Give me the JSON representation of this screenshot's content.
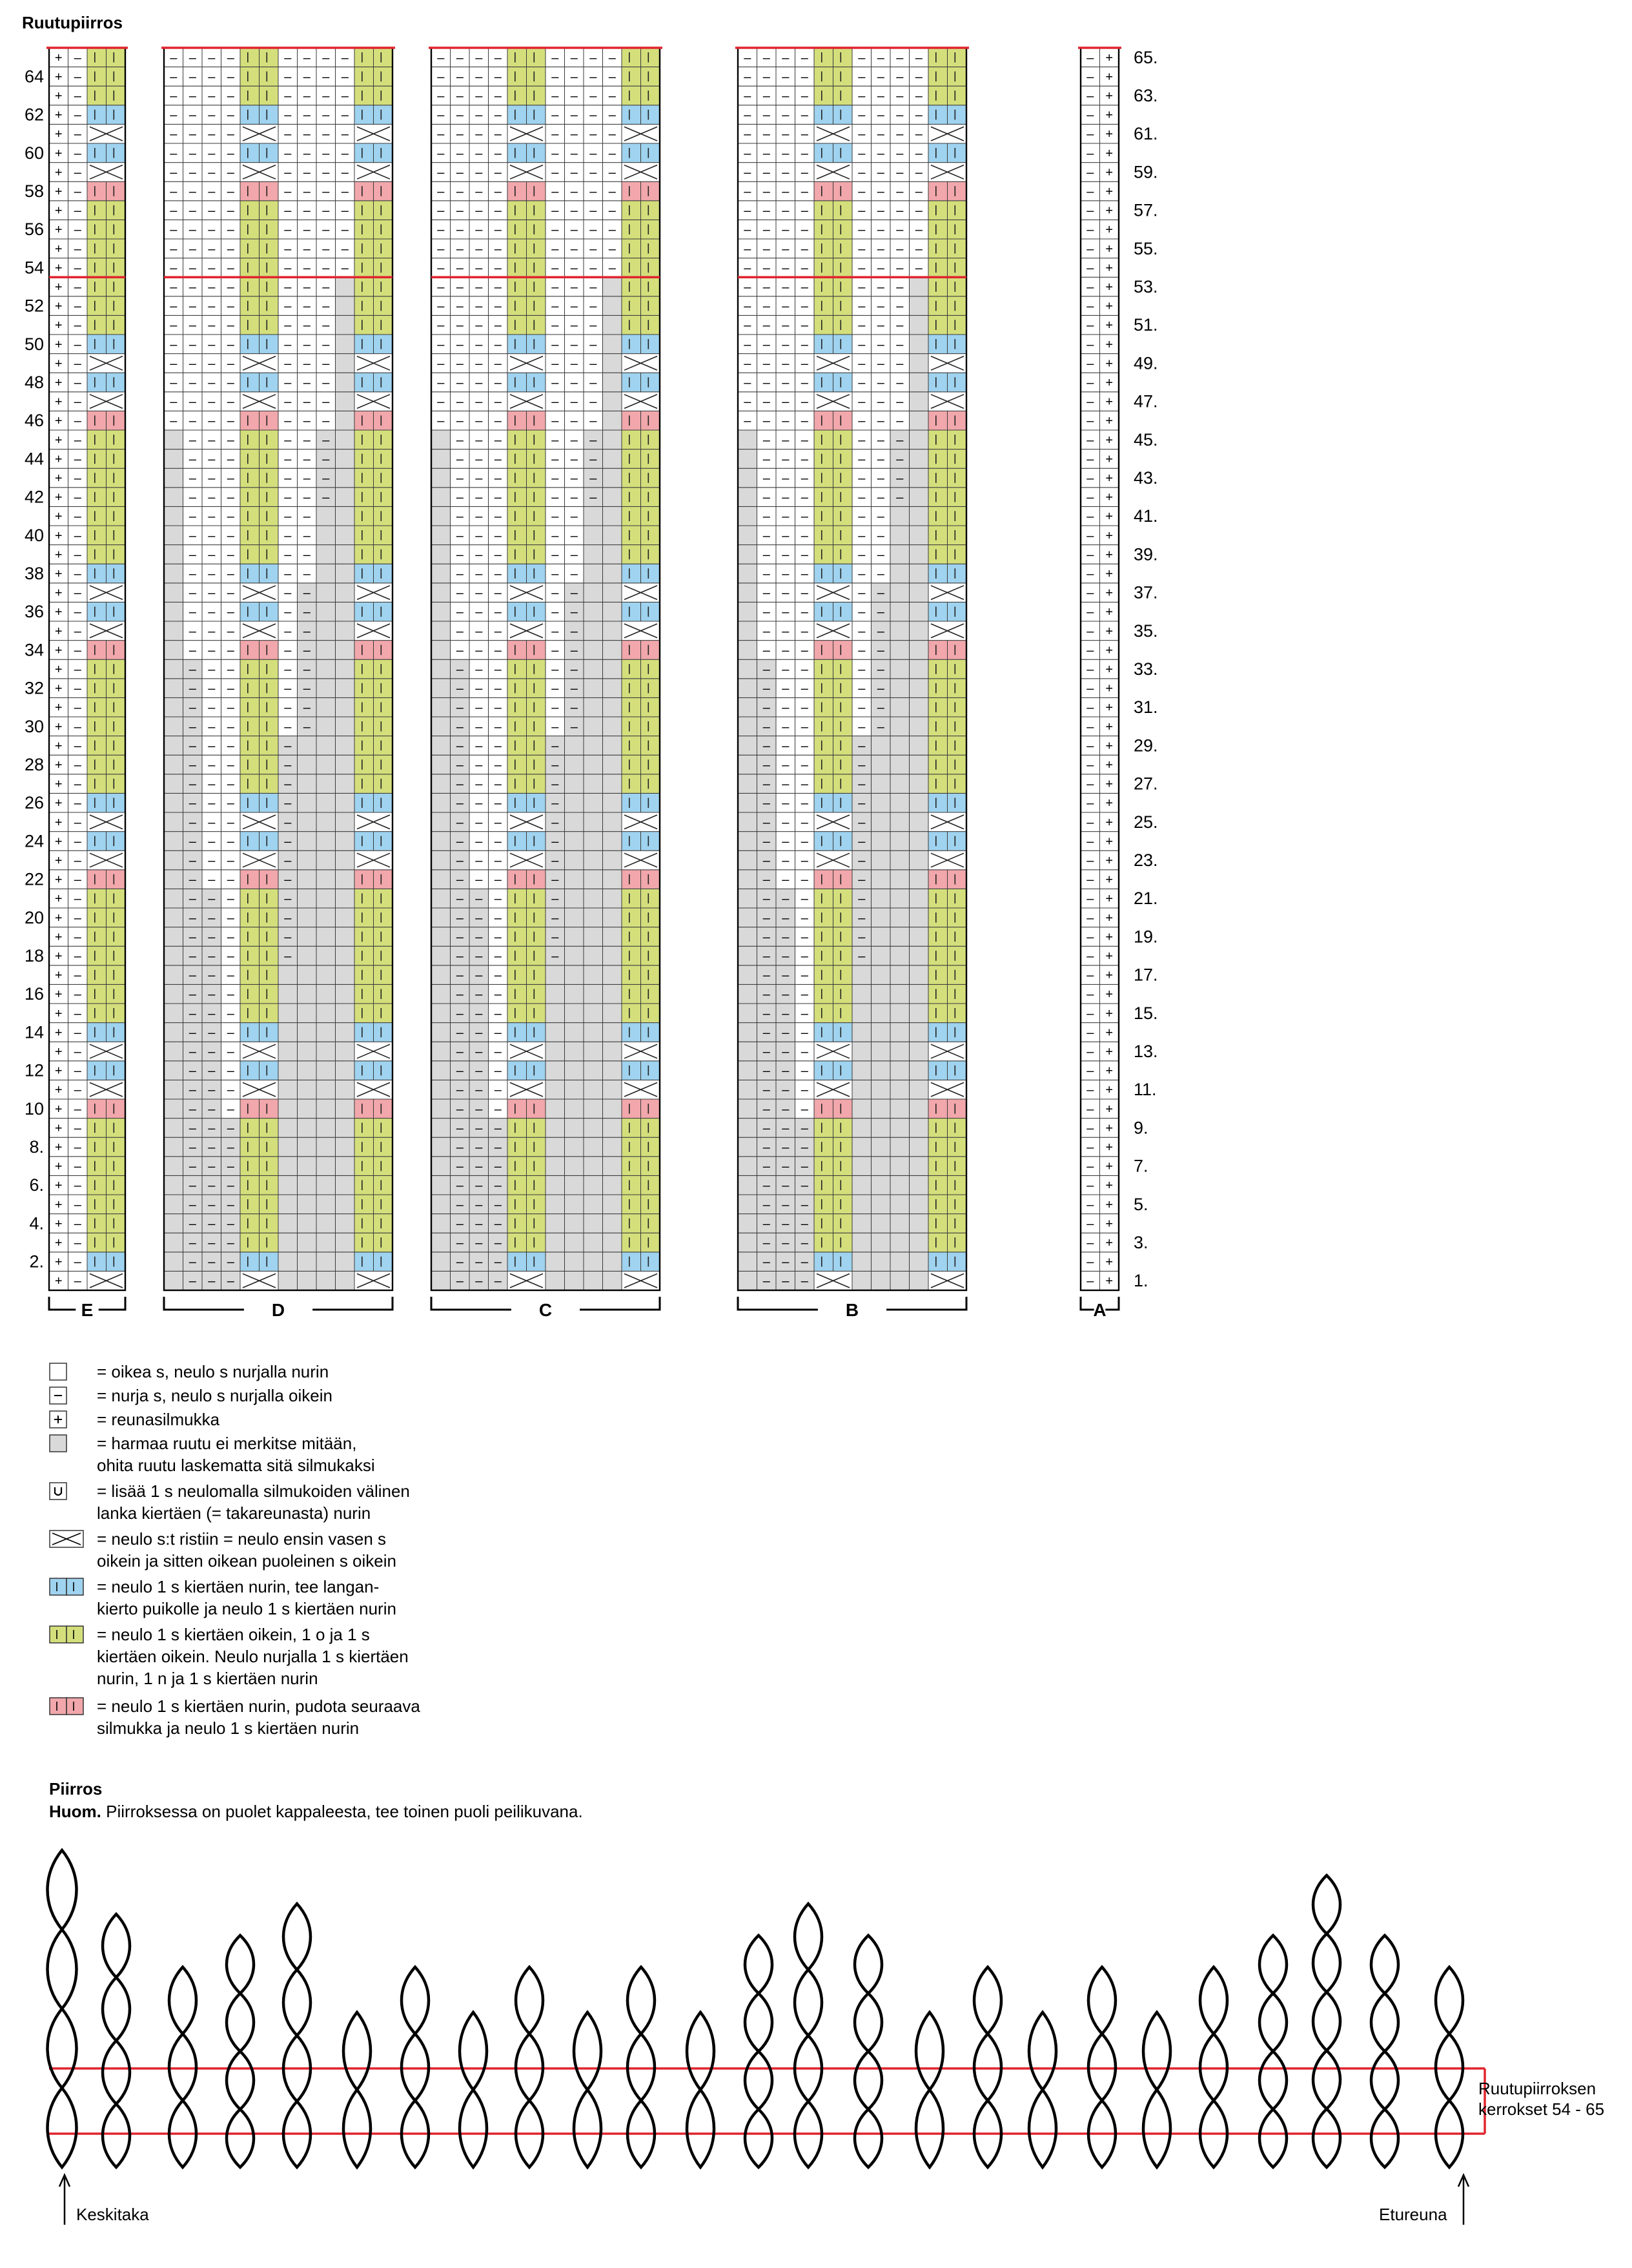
{
  "chart_title": "Ruutupiirros",
  "row_labels_left": [
    "64",
    "62",
    "60",
    "58",
    "56",
    "54",
    "52",
    "50",
    "48",
    "46",
    "44",
    "42",
    "40",
    "38",
    "36",
    "34",
    "32",
    "30",
    "28",
    "26",
    "24",
    "22",
    "20",
    "18",
    "16",
    "14",
    "12",
    "10",
    "8.",
    "6.",
    "4.",
    "2."
  ],
  "row_labels_right": [
    "65.",
    "63.",
    "61.",
    "59.",
    "57.",
    "55.",
    "53.",
    "51.",
    "49.",
    "47.",
    "45.",
    "43.",
    "41.",
    "39.",
    "37.",
    "35.",
    "33.",
    "31.",
    "29.",
    "27.",
    "25.",
    "23.",
    "21.",
    "19.",
    "17.",
    "15.",
    "13.",
    "11.",
    "9.",
    "7.",
    "5.",
    "3.",
    "1."
  ],
  "panels": [
    "E",
    "D",
    "C",
    "B",
    "A"
  ],
  "symbols": {
    "purl": "–",
    "edge": "+",
    "increase": "U"
  },
  "colors": {
    "grid_line": "#3a3a3a",
    "grey_cell": "#d9d9d9",
    "green_cell": "#d4df7c",
    "blue_cell": "#9fd3ef",
    "pink_cell": "#f1a7ab",
    "red_line": "#e0252f"
  },
  "legend": [
    {
      "icon": "empty-square-icon",
      "text": "= oikea s, neulo s nurjalla nurin"
    },
    {
      "icon": "purl-dash-icon",
      "text": "= nurja s, neulo s nurjalla oikein"
    },
    {
      "icon": "edge-plus-icon",
      "text": "= reunasilmukka"
    },
    {
      "icon": "grey-square-icon",
      "text": "= harmaa ruutu ei merkitse mitään,\nohita ruutu laskematta sitä silmukaksi"
    },
    {
      "icon": "u-increase-icon",
      "text": "= lisää 1 s neulomalla silmukoiden välinen\nlanka kiertäen (= takareunasta) nurin"
    },
    {
      "icon": "cross-icon",
      "text": "= neulo s:t ristiin = neulo ensin vasen s\noikein ja sitten oikean puoleinen s oikein"
    },
    {
      "icon": "blue-twisted-icon",
      "text": "= neulo 1 s kiertäen nurin, tee langan-\nkierto puikolle ja neulo 1 s kiertäen nurin"
    },
    {
      "icon": "green-twisted-icon",
      "text": "= neulo 1 s kiertäen oikein, 1 o ja 1 s\nkiertäen oikein. Neulo nurjalla 1 s kiertäen\nnurin, 1 n ja 1 s kiertäen nurin"
    },
    {
      "icon": "pink-twisted-icon",
      "text": "= neulo 1 s kiertäen nurin, pudota seuraava\nsilmukka ja neulo 1 s kiertäen nurin"
    }
  ],
  "schematic": {
    "title": "Piirros",
    "note_bold": "Huom.",
    "note_text": " Piirroksessa on puolet kappaleesta, tee toinen puoli peilikuvana.",
    "label_center_back": "Keskitaka",
    "label_front_edge": "Etureuna",
    "label_rows": [
      "Ruutupiirroksen",
      "kerrokset 54 - 65"
    ]
  }
}
